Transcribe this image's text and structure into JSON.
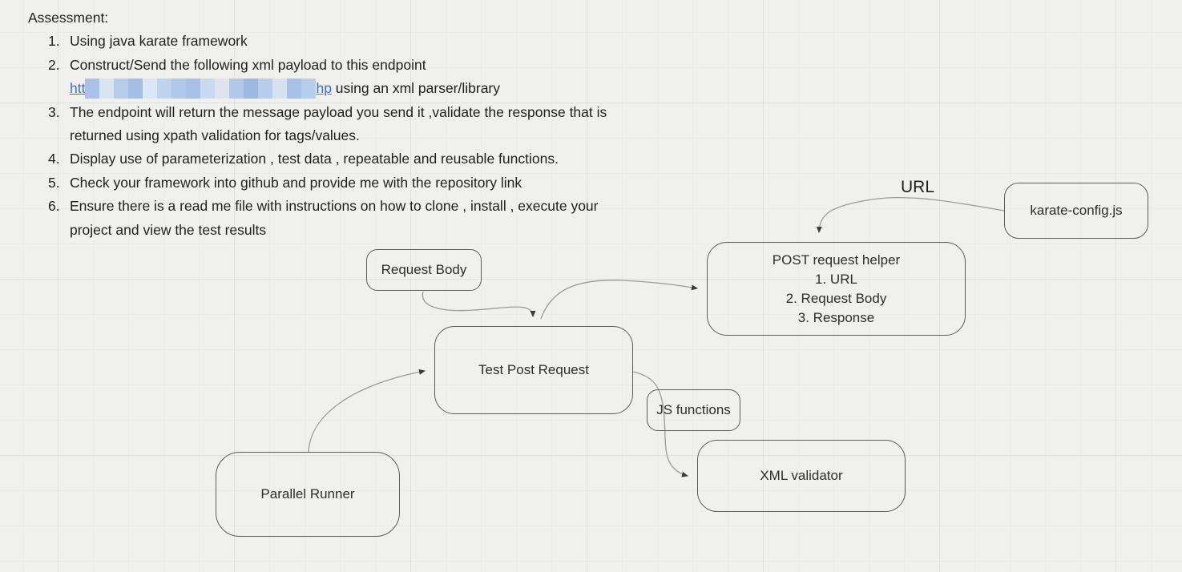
{
  "assessment": {
    "title": "Assessment:",
    "item1": {
      "num": "1.",
      "text": "Using java karate framework"
    },
    "item2": {
      "num": "2.",
      "text": "Construct/Send the following xml payload to this endpoint"
    },
    "link_line": {
      "link_prefix": "htt",
      "link_suffix": "hp",
      "rest": " using an xml parser/library",
      "redacted_colors": [
        "#aac2e7",
        "#d9e4f3",
        "#b6cdea",
        "#a5bee5",
        "#dbe7f5",
        "#c0d3ee",
        "#b2c8e9",
        "#a8c0e6",
        "#c8d9f0",
        "#dde4ee",
        "#b1c8e9",
        "#9db9e1",
        "#b8cdeb",
        "#d6e1f1",
        "#a7c0e6",
        "#b7cdec"
      ]
    },
    "item3": {
      "num": "3.",
      "text": "The endpoint will return the message payload you send it ,validate the response that is",
      "wrap": "returned using xpath validation for tags/values."
    },
    "item4": {
      "num": "4.",
      "text": "Display use of parameterization , test data , repeatable and reusable functions."
    },
    "item5": {
      "num": "5.",
      "text": "Check your framework into github and provide me with the repository link"
    },
    "item6": {
      "num": "6.",
      "text": "Ensure there is a read me file with instructions on how to clone , install , execute your",
      "wrap": "project and view the test results"
    }
  },
  "diagram": {
    "url_label": "URL",
    "boxes": {
      "request_body": {
        "label": "Request Body"
      },
      "post_request_helper": {
        "title": "POST request helper",
        "line1": "1. URL",
        "line2": "2. Request Body",
        "line3": "3. Response"
      },
      "karate_config": {
        "label": "karate-config.js"
      },
      "test_post_request": {
        "label": "Test Post Request"
      },
      "js_functions": {
        "label": "JS functions"
      },
      "xml_validator": {
        "label": "XML validator"
      },
      "parallel_runner": {
        "label": "Parallel Runner"
      }
    },
    "colors": {
      "background": "#f0f0ee",
      "box_border": "#5c5c5c",
      "box_text": "#2d2d2d",
      "connector": "#9b9b9b",
      "arrowhead": "#3a3a3a",
      "link": "#3d6fd2",
      "text": "#1f1f1f"
    }
  }
}
